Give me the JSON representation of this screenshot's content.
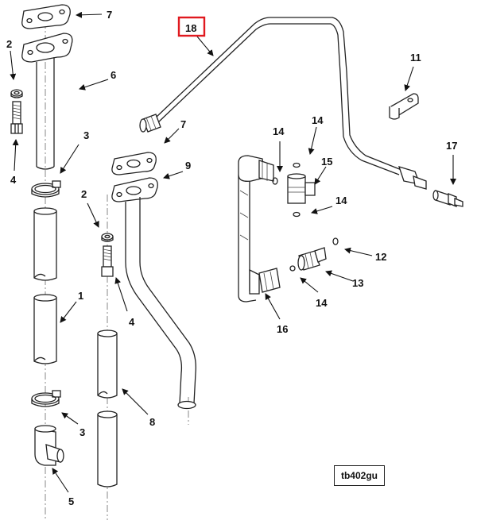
{
  "figure_id": "tb402gu",
  "highlighted_callout": "18",
  "highlight_color": "#e0191f",
  "callouts": [
    {
      "id": "c7a",
      "label": "7"
    },
    {
      "id": "c2a",
      "label": "2"
    },
    {
      "id": "c6",
      "label": "6"
    },
    {
      "id": "c4a",
      "label": "4"
    },
    {
      "id": "c3a",
      "label": "3"
    },
    {
      "id": "c1",
      "label": "1"
    },
    {
      "id": "c3b",
      "label": "3"
    },
    {
      "id": "c5",
      "label": "5"
    },
    {
      "id": "c18",
      "label": "18"
    },
    {
      "id": "c7b",
      "label": "7"
    },
    {
      "id": "c9",
      "label": "9"
    },
    {
      "id": "c2b",
      "label": "2"
    },
    {
      "id": "c4b",
      "label": "4"
    },
    {
      "id": "c8",
      "label": "8"
    },
    {
      "id": "c11",
      "label": "11"
    },
    {
      "id": "c14a",
      "label": "14"
    },
    {
      "id": "c14b",
      "label": "14"
    },
    {
      "id": "c15",
      "label": "15"
    },
    {
      "id": "c14c",
      "label": "14"
    },
    {
      "id": "c17",
      "label": "17"
    },
    {
      "id": "c12",
      "label": "12"
    },
    {
      "id": "c13",
      "label": "13"
    },
    {
      "id": "c14d",
      "label": "14"
    },
    {
      "id": "c16",
      "label": "16"
    }
  ]
}
